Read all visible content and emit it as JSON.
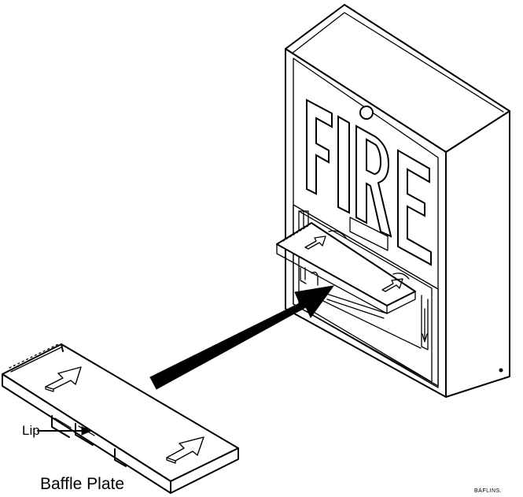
{
  "labels": {
    "lip": "Lip",
    "baffle_plate": "Baffle Plate",
    "file_tag": "BAFLINS."
  },
  "device": {
    "face_text": "FIRE"
  },
  "colors": {
    "line": "#000000",
    "background": "#ffffff"
  }
}
